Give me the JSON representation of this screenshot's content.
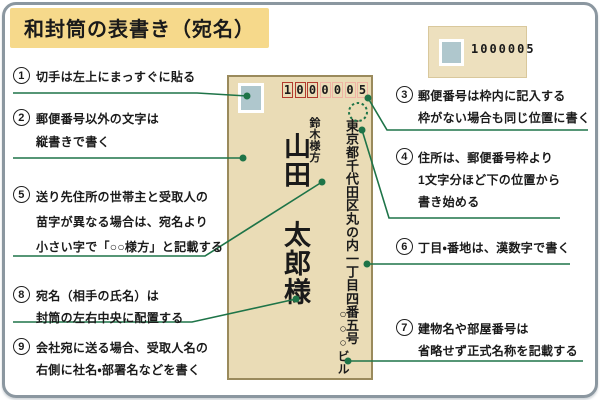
{
  "title": "和封筒の表書き（宛名）",
  "colors": {
    "accent_green": "#1e7448",
    "title_highlight": "#f6d98b",
    "envelope_fill": "#eadcb6",
    "envelope_border": "#9a8a5c",
    "stamp_fill": "#afc7cd",
    "postal_box_dark": "#b23b2e",
    "postal_box_light": "#f0b3a4",
    "frame_border": "#8b97a0"
  },
  "example": {
    "postal_code": "1000005"
  },
  "envelope": {
    "postal_digits": [
      "1",
      "0",
      "0",
      "0",
      "0",
      "0",
      "5"
    ],
    "address": "東京都千代田区丸の内一丁目四番五号",
    "building": "○○○ビル",
    "care_of": "鈴木様方",
    "name": "山田 太郎様"
  },
  "annotations_left": [
    {
      "num": "1",
      "lines": [
        "切手は左上にまっすぐに貼る"
      ]
    },
    {
      "num": "2",
      "lines": [
        "郵便番号以外の文字は",
        "縦書きで書く"
      ]
    },
    {
      "num": "5",
      "lines": [
        "送り先住所の世帯主と受取人の",
        "苗字が異なる場合は、宛名より",
        "小さい字で「○○様方」と記載する"
      ]
    },
    {
      "num": "8",
      "lines": [
        "宛名（相手の氏名）は",
        "封筒の左右中央に配置する"
      ]
    },
    {
      "num": "9",
      "lines": [
        "会社宛に送る場合、受取人名の",
        "右側に社名・部署名などを書く"
      ]
    }
  ],
  "annotations_right": [
    {
      "num": "3",
      "lines": [
        "郵便番号は枠内に記入する",
        "枠がない場合も同じ位置に書く"
      ]
    },
    {
      "num": "4",
      "lines": [
        "住所は、郵便番号枠より",
        "1文字分ほど下の位置から",
        "書き始める"
      ]
    },
    {
      "num": "6",
      "lines": [
        "丁目・番地は、漢数字で書く"
      ]
    },
    {
      "num": "7",
      "lines": [
        "建物名や部屋番号は",
        "省略せず正式名称を記載する"
      ]
    }
  ]
}
